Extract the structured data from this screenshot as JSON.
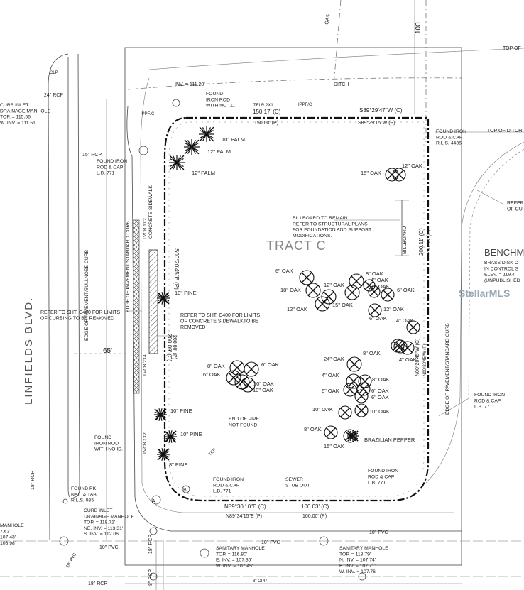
{
  "plan": {
    "tract_label": "TRACT C",
    "street": "LINFIELDS BLVD.",
    "street_width": "65'",
    "watermark": "StellarMLS",
    "notes": {
      "curbing": [
        "REFER TO SHT. C400 FOR LIMITS",
        "OF CURBING TO BE REMOVED"
      ],
      "sidewalk": [
        "REFER TO SHT. C400 FOR LIMITS",
        "OF CONCRETE SIDEWALKTO BE",
        "REMOVED"
      ],
      "billboard": [
        "BILLBOARD TO REMAIN.",
        "REFER TO STRUCTURAL PLANS",
        "FOR FOUNDATION AND SUPPORT",
        "MODIFICATIONS."
      ],
      "refer_right": [
        "REFER",
        "OF CU"
      ]
    },
    "labels": {
      "ditch": "DITCH",
      "inv_top": "INV. = 111.20'",
      "top_of_1": "TOP OF",
      "top_of_2": "TOP OF DITCH",
      "oas": "OAS",
      "num_100": "100",
      "rcp_24": "24\" RCP",
      "rcp_15": "15\" RCP",
      "rcp_18a": "18\" RCP",
      "rcp_18b": "18\" RCP",
      "rcp_18c": "18\" RCP",
      "rcp_8": "8\" RCP",
      "clp": "CLP",
      "curb_inlet_top": [
        "CURB INLET",
        "DRAINAGE MANHOLE",
        "TOP. = 115.56'",
        "W. INV. = 111.51'"
      ],
      "found_iron_nid": [
        "FOUND",
        "IRON ROD",
        "WITH NO I.D."
      ],
      "telr": "TELR 2X1",
      "ppf_c": "IPPF/C",
      "ppf_c2": "IPPF/C",
      "north_bearing_c": "S89°29'47\"W (C)",
      "north_bearing_p": "S89°29'15\"W (P)",
      "north_dist_c": "150.17' (C)",
      "north_dist_p": "150.00' (P)",
      "found_iron_lb771": [
        "FOUND IRON",
        "ROD & CAP",
        "L.B. 771"
      ],
      "found_iron_rls": [
        "FOUND IRON",
        "ROD & CAP",
        "R.L.S. 4435"
      ],
      "found_iron_right": [
        "FOUND IRON",
        "ROD & CAP",
        "L.B. 771"
      ],
      "benchmark": "BENCHM",
      "brass_disk": [
        "BRASS DISK C",
        "IN CONTROL S",
        "ELEV. = 119.4",
        "(UNPUBLISHED"
      ],
      "edge_pave_left": "EDGE OF PAVEMENT/BULLNOSE CURB",
      "edge_pave_left2": "EDGE OF PAVEMENT/STANDARD CURB",
      "edge_pave_right": "EDGE OF PAVEMENT/STANDARD CURB",
      "concrete_sidewalk": "CONCRETE SIDEWALK",
      "east_bearing_c": "N00°20'45\"W (C)",
      "east_bearing_p": "N00°20'45\"W (P)",
      "west_bearing": "S00°20'45\"E (P)",
      "west_dist_c": "200.09' (C)",
      "west_dist_p": "200.00' (P)",
      "east_dist_c": "200.11' (C)",
      "east_dist_p": "200.00' (P)",
      "billboard": "BILLBOARD",
      "tvcb_1": "TVCB 1X2",
      "tvcb_2": "TVCB 1X2",
      "tvcb_3": "TVCB 2X4",
      "found_pk": [
        "FOUND PK",
        "NAIL & TAB",
        "R.L.S. 935"
      ],
      "found_iron_nid2": [
        "FOUND",
        "IRON ROD",
        "WITH NO ID."
      ],
      "end_of_pipe": [
        "END OF PIPE",
        "NOT FOUND"
      ],
      "found_iron_bottom": [
        "FOUND IRON",
        "ROD & CAP",
        "L.B. 771"
      ],
      "sewer_stub": [
        "SEWER",
        "STUB OUT"
      ],
      "found_iron_br": [
        "FOUND IRON",
        "ROD & CAP",
        "L.B. 771"
      ],
      "south_bearing_c": "N89°30'10\"E (C)",
      "south_bearing_p": "N89°34'15\"E (P)",
      "south_dist_c": "100.03' (C)",
      "south_dist_p": "100.00' (P)",
      "curb_inlet_bottom": [
        "CURB INLET",
        "DRAINAGE MANHOLE",
        "TOP. = 118.71'",
        "NE. INV. = 113.31'",
        "S. INV. = 112.06'"
      ],
      "manhole_left": [
        "MANHOLE",
        "7.63'",
        "107.43'",
        "106.98'"
      ],
      "san_mh_1": [
        "SANITARY MANHOLE",
        "TOP. = 116.80'",
        "E. INV. = 107.35'",
        "W. INV. = 107.45'"
      ],
      "san_mh_2": [
        "SANITARY MANHOLE",
        "TOP. = 118.79'",
        "N. INV. = 107.74'",
        "E. INV. = 107.71'",
        "W. INV. = 107.76'"
      ],
      "pvc_1": "10\" PVC",
      "pvc_2": "10\" PVC",
      "pvc_3": "10\" PVC",
      "pvc_4": "10\" PVC",
      "opp": "8\" OPP",
      "tcp": "TCP",
      "fpl_a": "A",
      "fpl_b": "B"
    },
    "palms": [
      {
        "label": "10\" PALM"
      },
      {
        "label": "12\" PALM"
      },
      {
        "label": "12\" PALM"
      }
    ],
    "pines": [
      {
        "label": "10\" PINE"
      },
      {
        "label": "10\" PINE"
      },
      {
        "label": "10\" PINE"
      },
      {
        "label": "8\" PINE"
      }
    ],
    "oaks": [
      {
        "label": "15\" OAK"
      },
      {
        "label": "12\" OAK"
      },
      {
        "label": "6\" OAK"
      },
      {
        "label": "8\" OAK"
      },
      {
        "label": "4\" OAK"
      },
      {
        "label": "8\" OAK"
      },
      {
        "label": "18\" OAK"
      },
      {
        "label": "12\" OAK"
      },
      {
        "label": "6\" OAK"
      },
      {
        "label": "12\" OAK"
      },
      {
        "label": "15\" OAK"
      },
      {
        "label": "12\" OAK"
      },
      {
        "label": "4\" OAK"
      },
      {
        "label": "6\" OAK"
      },
      {
        "label": "8\" OAK"
      },
      {
        "label": "4\" OAK"
      },
      {
        "label": "24\" OAK"
      },
      {
        "label": "8\" OAK"
      },
      {
        "label": "6\" OAK"
      },
      {
        "label": "6\" OAK"
      },
      {
        "label": "10\" OAK"
      },
      {
        "label": "10\" OAK"
      },
      {
        "label": "4\" OAK"
      },
      {
        "label": "8\" OAK"
      },
      {
        "label": "6\" OAK"
      },
      {
        "label": "6\" OAK"
      },
      {
        "label": "6\" OAK"
      },
      {
        "label": "10\" OAK"
      },
      {
        "label": "10\" OAK"
      },
      {
        "label": "8\" OAK"
      },
      {
        "label": "15\" OAK"
      }
    ],
    "pepper": "BRAZILIAN PEPPER"
  }
}
